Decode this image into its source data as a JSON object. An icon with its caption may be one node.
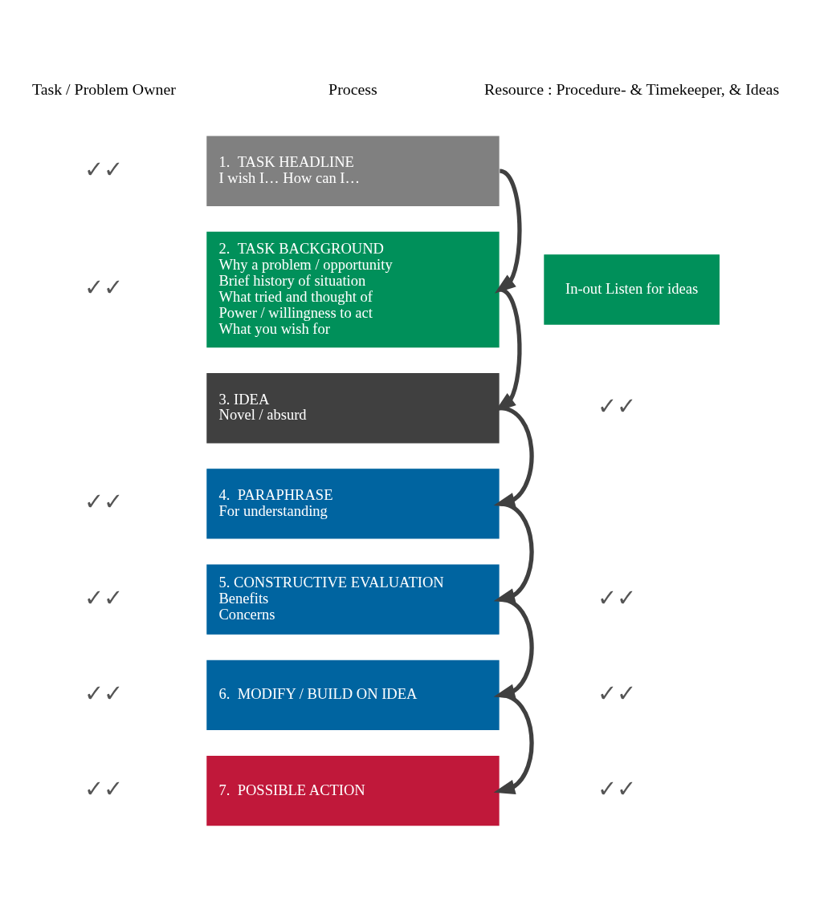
{
  "diagram": {
    "nodes": [
      {
        "text": [
          "1.  TASK HEADLINE",
          "I wish I… How can I…"
        ]
      },
      {
        "text": [
          "2.  TASK BACKGROUND",
          "Why a problem / opportunity",
          "Brief history of situation",
          "What tried and thought of",
          "Power / willingness to act",
          "What you wish for"
        ]
      },
      {
        "text": [
          "3. IDEA",
          "Novel / absurd"
        ]
      },
      {
        "text": [
          "4.  PARAPHRASE",
          "For understanding"
        ]
      },
      {
        "text": [
          "5. CONSTRUCTIVE EVALUATION",
          "Benefits",
          "Concerns"
        ]
      },
      {
        "text": [
          "6.  MODIFY / BUILD ON IDEA"
        ]
      },
      {
        "text": [
          "7.  POSSIBLE ACTION"
        ]
      },
      {
        "text": [
          "In-out Listen for ideas"
        ]
      }
    ],
    "edges": [
      {
        "from": 0,
        "to": 1,
        "arrow": "to"
      },
      {
        "from": 1,
        "to": 2,
        "arrow": "to"
      },
      {
        "from": 2,
        "to": 3,
        "arrow": "to"
      },
      {
        "from": 3,
        "to": 4,
        "arrow": "to"
      },
      {
        "from": 4,
        "to": 5,
        "arrow": "to"
      },
      {
        "from": 5,
        "to": 6,
        "arrow": "to"
      }
    ],
    "labels": [
      "Task / Problem Owner",
      "Process",
      "Resource : Procedure- & Timekeeper, & Ideas",
      "✓✓",
      "✓✓",
      "✓✓",
      "✓✓",
      "✓✓",
      "✓✓",
      "✓✓",
      "✓✓",
      "✓✓",
      "✓✓"
    ]
  }
}
